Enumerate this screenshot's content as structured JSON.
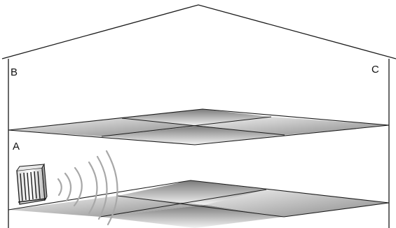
{
  "labels": {
    "b": "B",
    "c": "C",
    "a": "A"
  },
  "icons": {
    "heater": "radiator-heater-icon",
    "waves": "heat-wave-icon"
  },
  "colors": {
    "outline": "#1a1a1a",
    "floor_dark": "#6e6e6e",
    "floor_light": "#f2f2f2",
    "waves": "#a8a8a8"
  }
}
